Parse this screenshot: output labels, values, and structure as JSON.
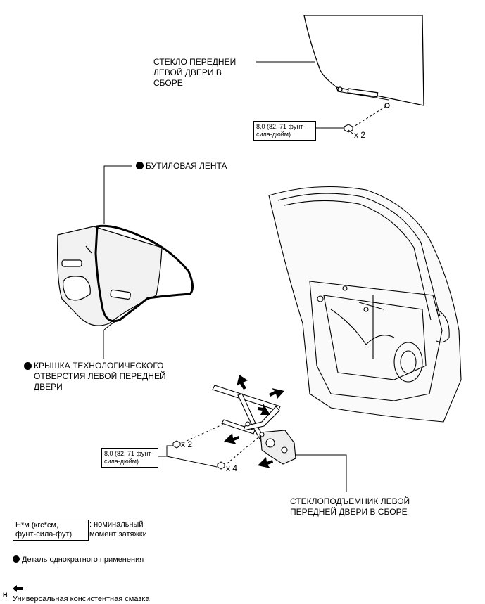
{
  "labels": {
    "glass": "СТЕКЛО ПЕРЕДНЕЙ\nЛЕВОЙ ДВЕРИ В\nСБОРЕ",
    "butyl_tape": "БУТИЛОВАЯ ЛЕНТА",
    "hole_cover": "КРЫШКА ТЕХНОЛОГИЧЕСКОГО\nОТВЕРСТИЯ ЛЕВОЙ ПЕРЕДНЕЙ\nДВЕРИ",
    "regulator": "СТЕКЛОПОДЪЕМНИК ЛЕВОЙ\nПЕРЕДНЕЙ ДВЕРИ В СБОРЕ"
  },
  "torque": {
    "glass_bolts": "8,0 (82, 71 фунт-\nсила-дюйм)",
    "regulator_bolts": "8,0 (82, 71 фунт-\nсила-дюйм)"
  },
  "quantities": {
    "glass_bolts": "x 2",
    "regulator_bolts_upper": "x 2",
    "regulator_bolts_lower": "x 4"
  },
  "legend": {
    "torque_unit": "Н*м (кгс*см,\nфунт-сила-фут)",
    "torque_desc": ": номинальный\nмомент затяжки",
    "one_time": "Деталь однократного применения",
    "grease": "Универсальная консистентная смазка"
  },
  "footer_code": "H",
  "colors": {
    "line": "#000000",
    "background": "#ffffff"
  },
  "icons": [
    "bolt-icon",
    "one-time-use-dot-icon",
    "grease-arrow-icon"
  ]
}
